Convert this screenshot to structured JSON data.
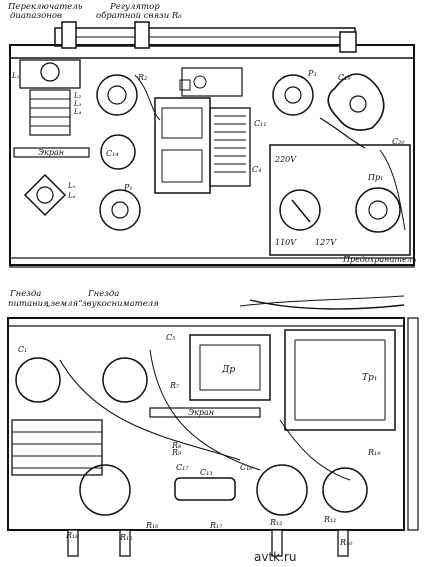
{
  "top_view": {
    "callouts": {
      "switch_a": "Переключатель",
      "switch_b": "диапазонов",
      "reg_a": "Регулятор",
      "reg_b": "обратной связи R₆"
    },
    "labels": {
      "R2": "R₂",
      "P3": "Р₃",
      "C19": "С₁₉",
      "C20": "С₂₀",
      "C11": "С₁₁",
      "C14": "С₁₄",
      "C4": "С₄",
      "P1": "Р₁",
      "L1": "L₁",
      "L2": "L₂",
      "L3": "L₃",
      "L4": "L₄",
      "L5": "L₅",
      "L6": "L₆",
      "Pr": "Пр₁",
      "screen": "Экран",
      "fuse": "Предохранитель",
      "v220": "220V",
      "v110": "110V",
      "v127": "127V"
    }
  },
  "bottom_view": {
    "callouts": {
      "jack_a": "Гнезда",
      "jack_b": "питания",
      "earth": "„земля“",
      "jack2_a": "Гнезда",
      "jack2_b": "звукоснимателя"
    },
    "labels": {
      "C5": "С₅",
      "Dr": "Др",
      "Tr1": "Тр₁",
      "R7": "R₇",
      "screen": "Экран",
      "C13": "С₁₃",
      "C16": "С₁₆",
      "C17": "С₁₇",
      "R8": "R₈",
      "R10": "R₁₀",
      "R11": "R₁₁",
      "R12": "R₁₂",
      "R15": "R₁₅",
      "R16": "R₁₆",
      "R17": "R₁₇",
      "R18": "R₁₈",
      "R9": "R₉",
      "R19": "R₁₉",
      "C1": "С₁"
    }
  },
  "watermark": "avtk.ru"
}
